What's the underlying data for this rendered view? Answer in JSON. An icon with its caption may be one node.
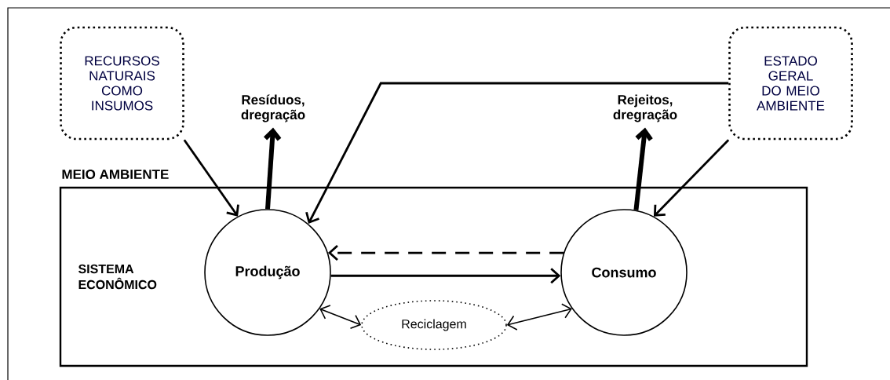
{
  "diagram": {
    "nodes": [
      {
        "text": [
          "SISTEMA ECONÔMICO"
        ]
      },
      {
        "text": [
          "RECURSOS NATURAIS COMO INSUMOS"
        ]
      },
      {
        "text": [
          "Resíduos, dregração"
        ]
      },
      {
        "text": [
          "Rejeitos, dregração"
        ]
      },
      {
        "text": [
          "ESTADO GERAL DO MEIO AMBIENTE"
        ]
      },
      {
        "text": [
          "Produção"
        ],
        "in": 0
      },
      {
        "text": [
          "Consumo"
        ],
        "in": 0
      },
      {
        "text": [
          "Reciclagem"
        ],
        "in": 0
      }
    ],
    "edges": [
      {
        "from": 1,
        "to": 5,
        "arrow": "to"
      },
      {
        "from": 5,
        "to": 2,
        "arrow": "to",
        "style": "thick"
      },
      {
        "from": 4,
        "to": 5,
        "arrow": "to"
      },
      {
        "from": 6,
        "to": 3,
        "arrow": "to",
        "style": "thick"
      },
      {
        "from": 4,
        "to": 6,
        "arrow": "to"
      },
      {
        "from": 6,
        "to": 5,
        "arrow": "to",
        "style": "dashed"
      },
      {
        "from": 5,
        "to": 6,
        "arrow": "to"
      },
      {
        "from": 5,
        "to": 7,
        "arrow": "both"
      },
      {
        "from": 7,
        "to": 6,
        "arrow": "both"
      }
    ],
    "labels": [
      "MEIO AMBIENTE"
    ]
  }
}
